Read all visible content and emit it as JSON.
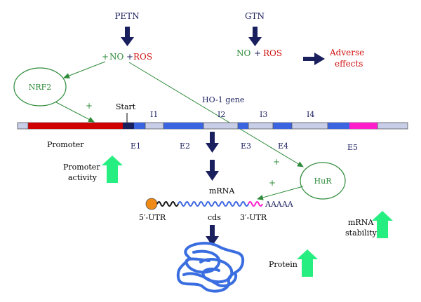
{
  "drugs": {
    "petn": "PETN",
    "gtn": "GTN"
  },
  "petn_products": {
    "plus_prefix": "+",
    "no": "NO",
    "plus": "+",
    "ros": "ROS"
  },
  "gtn_products": {
    "no": "NO",
    "plus": "+",
    "ros": "ROS"
  },
  "adverse": {
    "line1": "Adverse",
    "line2": "effects"
  },
  "nrf2": "NRF2",
  "hur": "HuR",
  "gene": {
    "title": "HO-1 gene",
    "start": "Start",
    "promoter": "Promoter",
    "introns": [
      "I1",
      "I2",
      "I3",
      "I4"
    ],
    "exons": [
      "E1",
      "E2",
      "E3",
      "E4",
      "E5"
    ]
  },
  "plus_signs": {
    "nrf2_promoter": "+",
    "hur_upper": "+",
    "hur_lower": "+"
  },
  "mrna": {
    "label": "mRNA",
    "five_utr": "5′-UTR",
    "cds": "cds",
    "three_utr": "3′-UTR",
    "polya": "AAAAA"
  },
  "effects": {
    "promoter_activity_line1": "Promoter",
    "promoter_activity_line2": "activity",
    "mrna_stability_line1": "mRNA",
    "mrna_stability_line2": "stability",
    "protein": "Protein"
  },
  "colors": {
    "navy": "#1a1f5e",
    "green": "#2e8b3a",
    "red": "#d01414",
    "promoter_red": "#d00000",
    "exon_blue": "#3a64e0",
    "intron_grey": "#c8cde8",
    "exon5_magenta": "#ff1ecc",
    "up_arrow_green": "#27ee80",
    "cap_orange": "#f08a16",
    "protein_blue": "#3a6ee0"
  }
}
